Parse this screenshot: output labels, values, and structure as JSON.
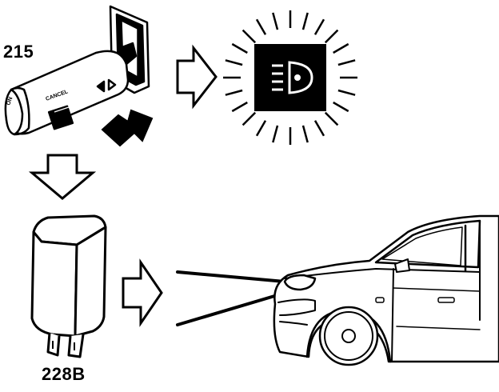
{
  "labels": {
    "stalk_switch": "215",
    "relay": "228B"
  },
  "stalk_text": {
    "cancel": "CANCEL",
    "on": "ON"
  },
  "colors": {
    "ink": "#000000",
    "paper": "#ffffff"
  },
  "icons": [
    "headlamp-icon",
    "arrow-right-icon",
    "arrow-down-icon"
  ]
}
